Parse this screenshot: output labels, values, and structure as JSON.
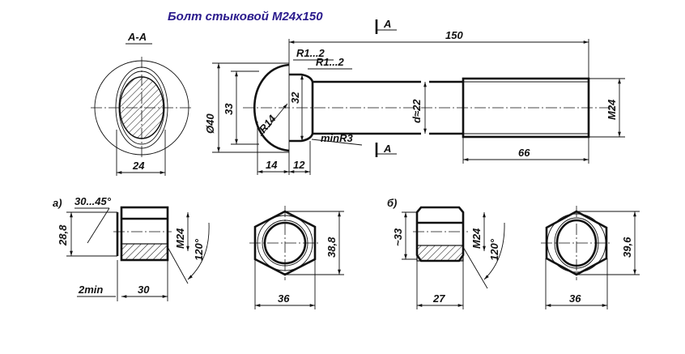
{
  "title": "Болт стыковой М24х150",
  "section": {
    "label": "А-А",
    "width_dim": "24"
  },
  "cut_marks": {
    "top": "А",
    "bottom": "А"
  },
  "bolt": {
    "length": "150",
    "radius_top": "R1...2",
    "radius_second": "R1...2",
    "min_radius": "minR3",
    "head_diameter": "Ø40",
    "head_inner": "33",
    "neck": "32",
    "head_radius": "R14",
    "shank": "d≈22",
    "thread": "M24",
    "thread_length": "66",
    "head_height": "14",
    "neck_length": "12"
  },
  "nut_a": {
    "label": "а)",
    "chamfer": "30...45°",
    "height": "28,8",
    "thread": "M24",
    "angle": "120°",
    "min": "2min",
    "width": "30",
    "hex_across_corners": "38,8",
    "hex_across_flats": "36"
  },
  "nut_b": {
    "label": "б)",
    "height": "~33",
    "thread": "M24",
    "angle": "120°",
    "width": "27",
    "hex_across_corners": "39,6",
    "hex_across_flats": "36"
  }
}
